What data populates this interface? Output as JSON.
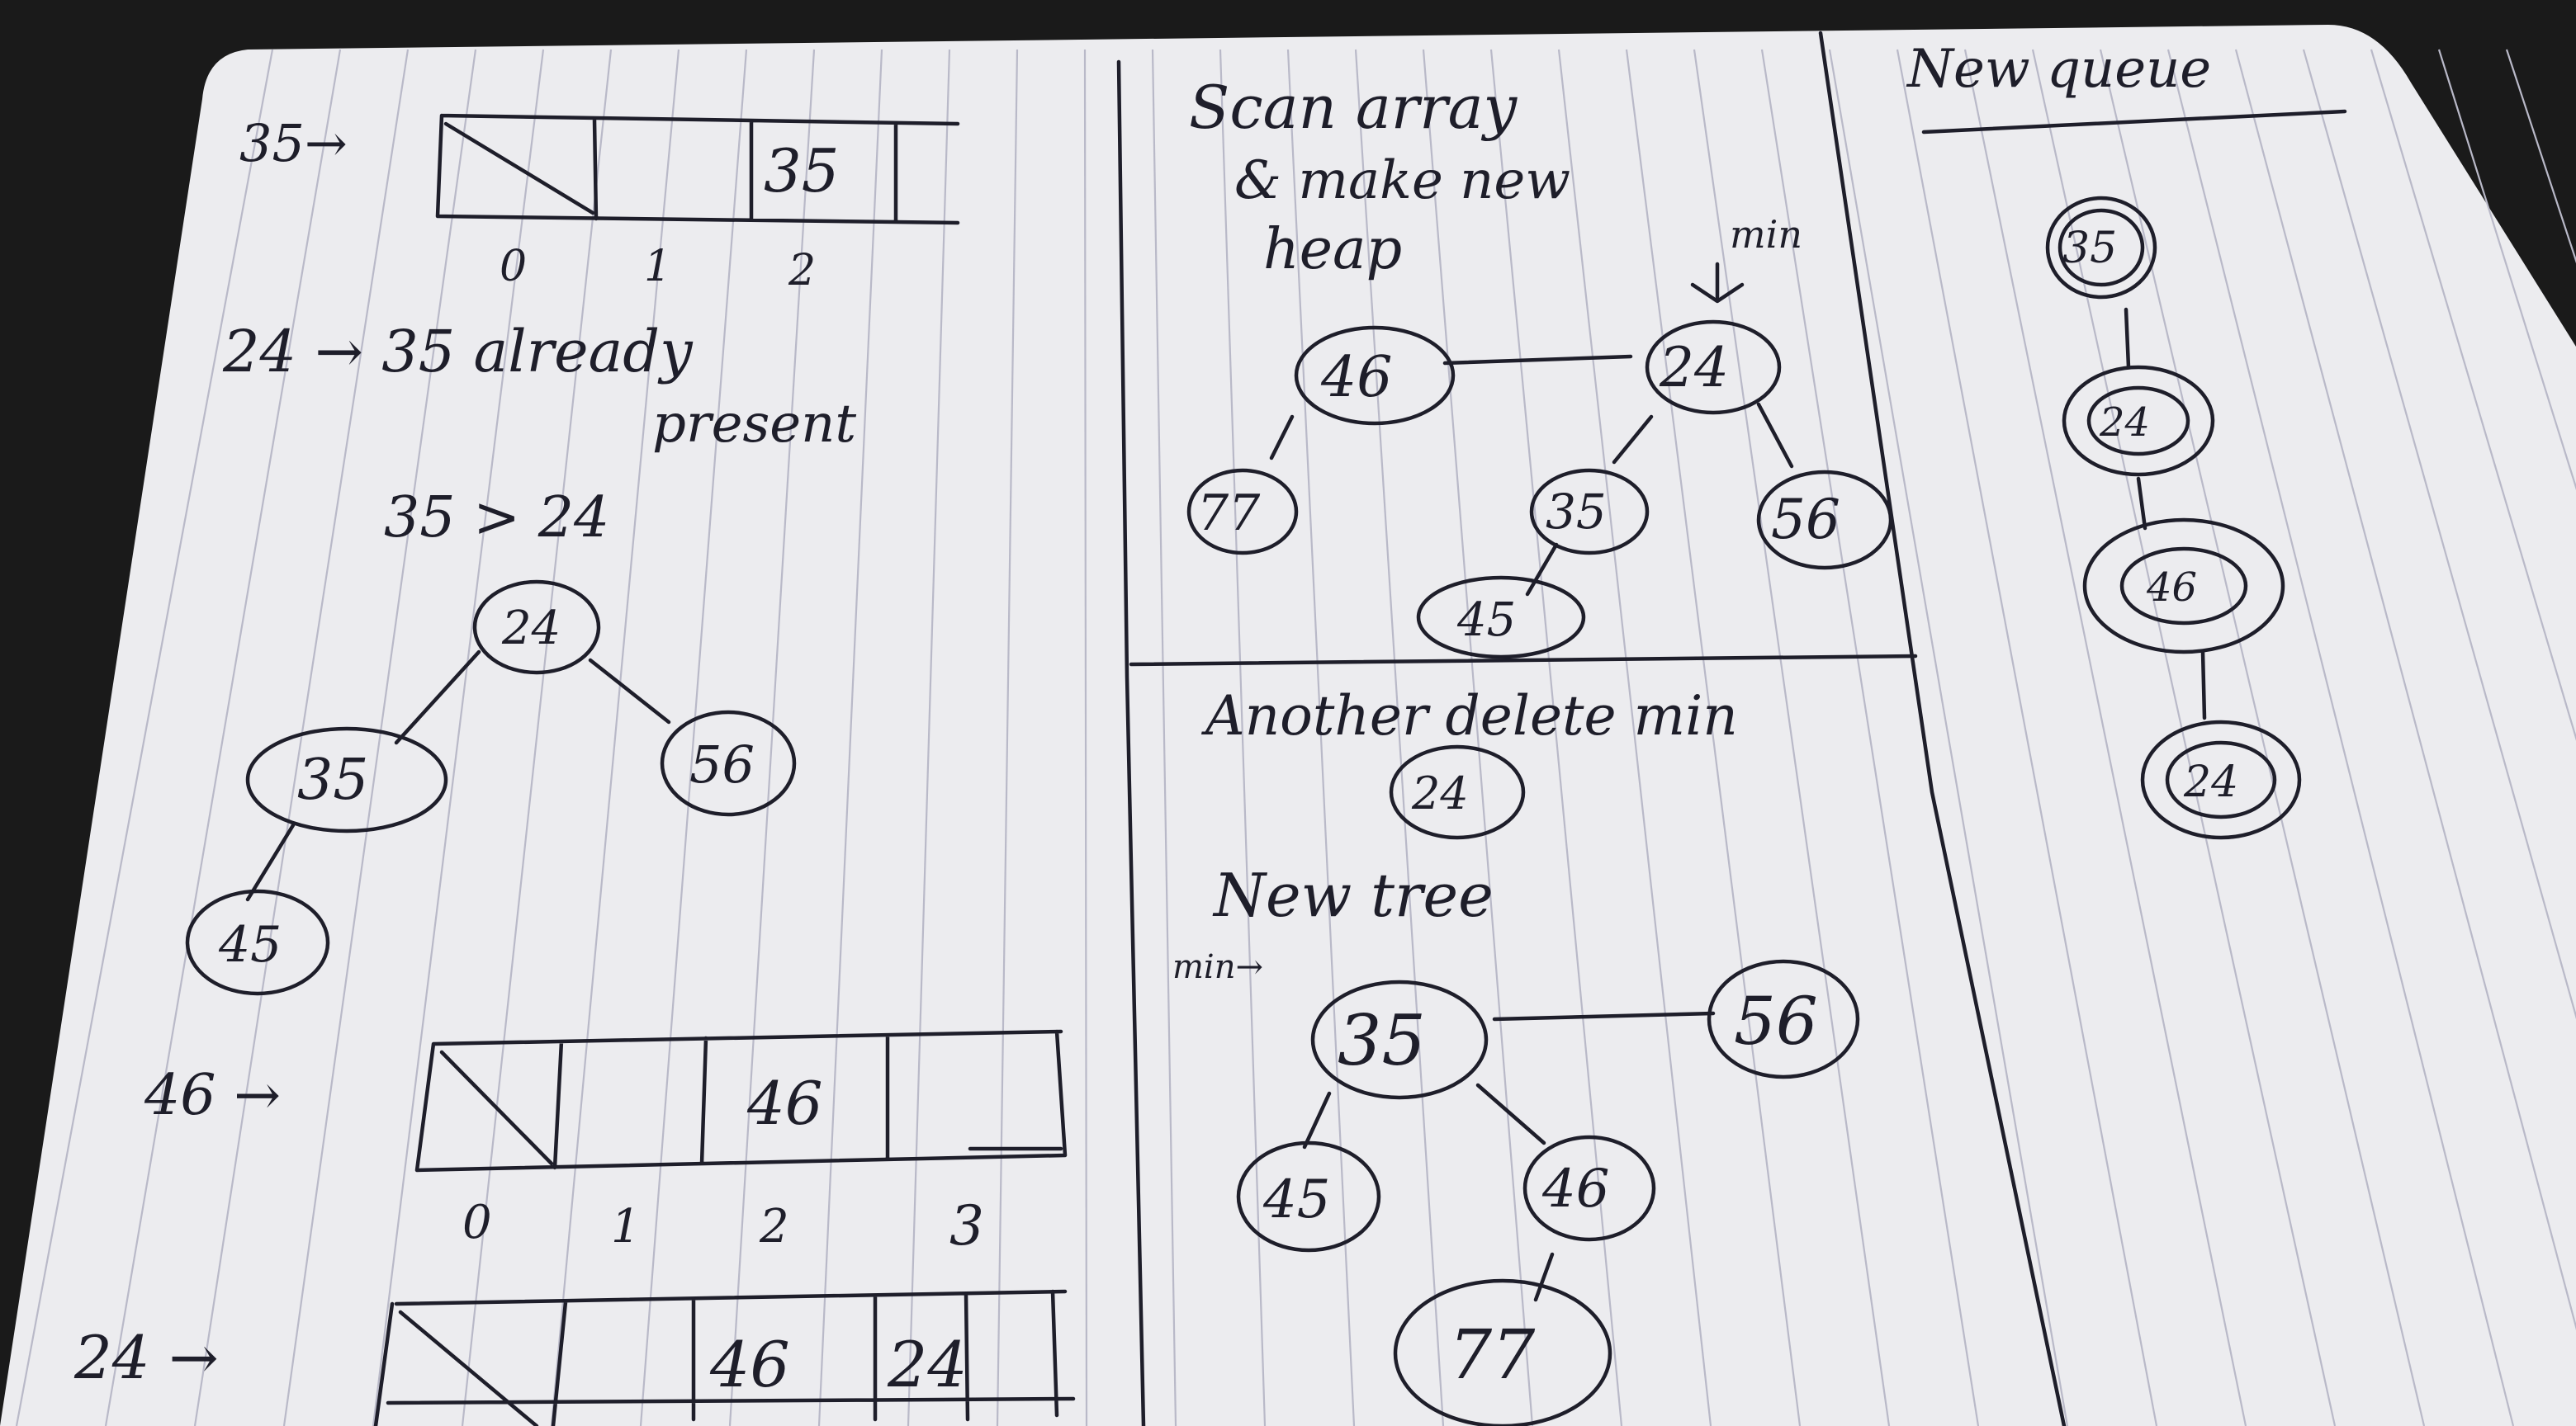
{
  "page_left": {
    "insert_35": {
      "label": "35→",
      "array": [
        "",
        "",
        "35",
        ""
      ],
      "indices": [
        "0",
        "1",
        "2"
      ]
    },
    "insert_24_note": {
      "line1": "24 → 35 already",
      "line2": "present",
      "compare": "35 > 24"
    },
    "tree": {
      "root": "24",
      "left": "35",
      "right": "56",
      "left_child": "45"
    },
    "insert_46": {
      "label": "46 →",
      "array": [
        "",
        "",
        "46",
        ""
      ],
      "indices": [
        "0",
        "1",
        "2",
        "3"
      ]
    },
    "insert_24_second": {
      "label": "24 →",
      "array": [
        "",
        "",
        "46",
        "24"
      ]
    }
  },
  "page_middle": {
    "scan_note": {
      "line1": "Scan array",
      "line2": "& make new",
      "line3": "heap",
      "min_label": "min"
    },
    "heap": {
      "roots": [
        "46",
        "24"
      ],
      "child_46": "77",
      "children_24": [
        "35",
        "56"
      ],
      "child_35": "45"
    },
    "delete_note": "Another delete min",
    "deleted": "24",
    "new_tree_label": "New tree",
    "min_arrow": "min→",
    "new_tree": {
      "roots": [
        "35",
        "56"
      ],
      "children_35": [
        "45",
        "46"
      ],
      "child_46": "77"
    }
  },
  "page_right": {
    "title": "New queue",
    "queue": [
      "35",
      "24",
      "46",
      "24"
    ]
  }
}
